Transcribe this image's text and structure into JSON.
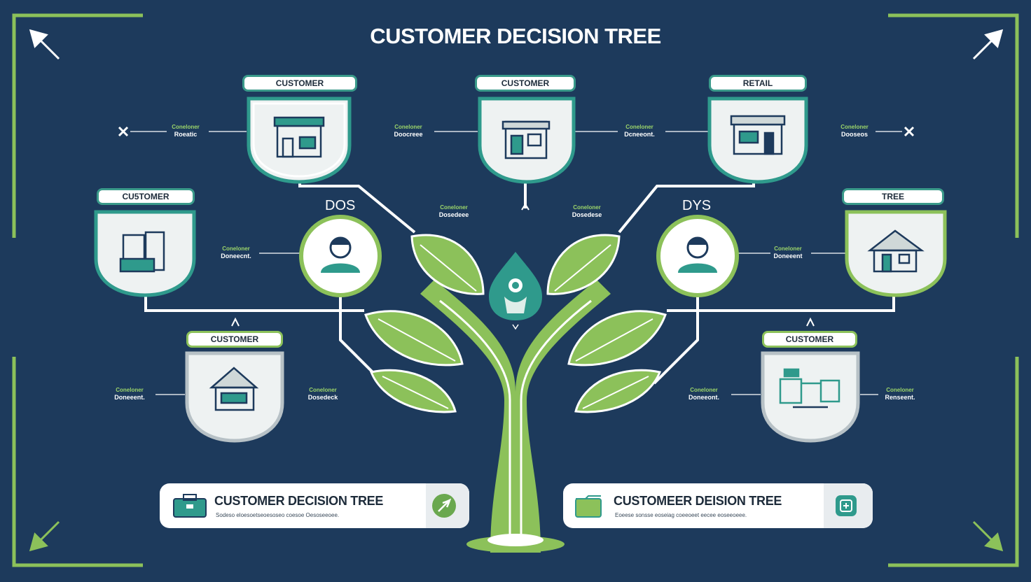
{
  "title": "CUSTOMER DECISION TREE",
  "nodes": {
    "top_left": "CUSTOMER",
    "top_center": "CUSTOMER",
    "top_right": "RETAIL",
    "mid_left": "CU5TOMER",
    "mid_right": "TREE",
    "low_left": "CUSTOMER",
    "low_right": "CUSTOMER"
  },
  "labels": {
    "dos": "DOS",
    "dys": "DYS"
  },
  "notes": {
    "a": [
      "Coneloner",
      "Roeatic"
    ],
    "b": [
      "Coneloner",
      "Doocreee"
    ],
    "c": [
      "Coneloner",
      "Dcneeont."
    ],
    "d": [
      "Coneloner",
      "Dooseos"
    ],
    "e": [
      "Coneloner",
      "Dosedeee"
    ],
    "f": [
      "Coneloner",
      "Dosedese"
    ],
    "g": [
      "Coneloner",
      "Doneecnt."
    ],
    "h": [
      "Coneloner",
      "Doneeent"
    ],
    "i": [
      "Coneloner",
      "Doneeent."
    ],
    "j": [
      "Coneloner",
      "Dosedeck"
    ],
    "k": [
      "Coneloner",
      "Doneeont."
    ],
    "l": [
      "Coneloner",
      "Renseent."
    ]
  },
  "cards": [
    {
      "title": "CUSTOMER DECISION TREE",
      "subtitle": "Sodeso eloesoetseoesoseo coesoe Oesoseeoee."
    },
    {
      "title": "CUSTOMEER DEISION TREE",
      "subtitle": "Eoeese sonsse eoseiag coeeoeet eecee eoseeoeee."
    }
  ],
  "colors": {
    "navy": "#1d3a5c",
    "teal": "#2f9a8c",
    "green": "#8cc15a",
    "white": "#ffffff"
  }
}
